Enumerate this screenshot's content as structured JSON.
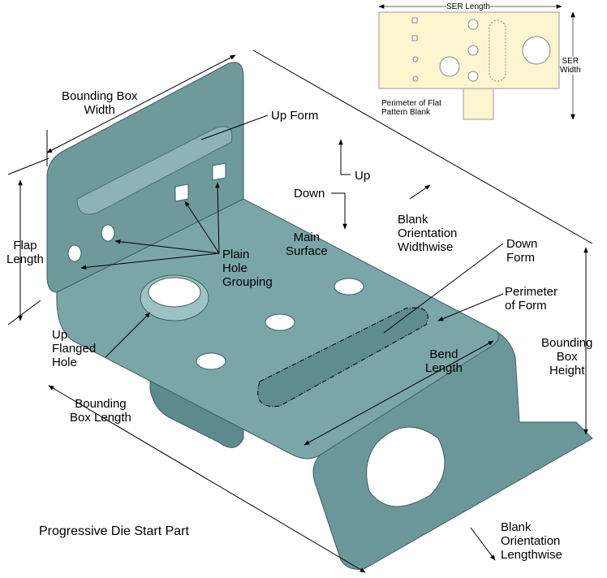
{
  "title": "Progressive Die Start Part",
  "labels": {
    "bbox_width": "Bounding Box\nWidth",
    "up_form": "Up Form",
    "up": "Up",
    "down": "Down",
    "blank_widthwise": "Blank\nOrientation\nWidthwise",
    "flap_length": "Flap\nLength",
    "plain_hole": "Plain\nHole\nGrouping",
    "main_surface": "Main\nSurface",
    "down_form": "Down\nForm",
    "perimeter_form": "Perimeter\nof Form",
    "up_flanged_hole": "Up\nFlanged\nHole",
    "bend_length": "Bend\nLength",
    "bbox_height": "Bounding\nBox\nHeight",
    "bbox_length": "Bounding\nBox Length",
    "blank_lengthwise": "Blank\nOrientation\nLengthwise"
  },
  "inset": {
    "ser_length": "SER Length",
    "ser_width": "SER\nWidth",
    "perimeter_blank": "Perimeter of Flat\nPattern Blank"
  },
  "colors": {
    "part": "#6f9c9e",
    "blank": "#fbf6cf"
  }
}
